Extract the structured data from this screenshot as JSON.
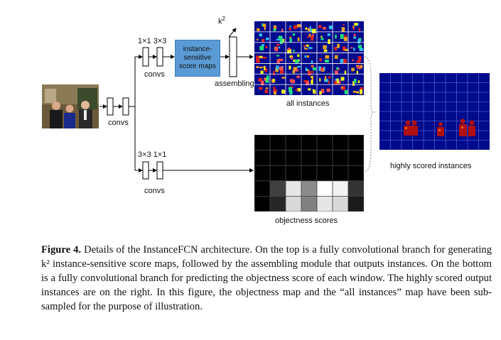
{
  "diagram": {
    "k_label": "k",
    "k_sup": "2",
    "top_kernels": "1×1  3×3",
    "top_convs": "convs",
    "score_maps": "instance-sensitive score maps",
    "assembling": "assembling",
    "all_instances": "all instances",
    "highly_scored": "highly scored instances",
    "first_convs": "convs",
    "bottom_kernels": "3×3  1×1",
    "bottom_convs": "convs",
    "objectness": "objectness scores"
  },
  "caption": {
    "figure": "Figure 4.",
    "text": "Details of the InstanceFCN architecture. On the top is a fully convolutional branch for generating k² instance-sensitive score maps, followed by the assembling module that outputs instances. On the bottom is a fully convolutional branch for predicting the objectness score of each window. The highly scored output instances are on the right. In this figure, the objectness map and the “all instances” map have been sub-sampled for the purpose of illustration."
  },
  "colors": {
    "blue_box": "#5b9bd5",
    "map_bg": "#000a8c",
    "instance_red": "#b01010"
  }
}
